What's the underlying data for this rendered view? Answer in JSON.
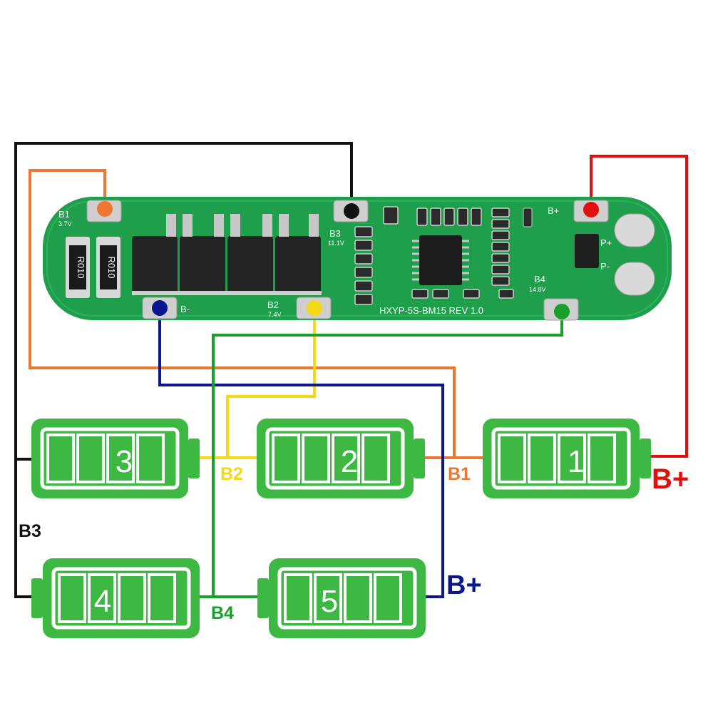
{
  "board": {
    "model": "HXYP-5S-BM15 REV 1.0",
    "pad_b1_label": "B1",
    "pad_b1_voltage": "3.7V",
    "pad_bminus_label": "B-",
    "pad_b2_label": "B2",
    "pad_b2_voltage": "7.4V",
    "pad_b3_label": "B3",
    "pad_b3_voltage": "11.1V",
    "pad_b4_label": "B4",
    "pad_b4_voltage": "14.8V",
    "pad_bplus_label": "B+",
    "terminal_pplus_label": "P+",
    "terminal_pminus_label": "P-",
    "resistor_1_marking": "R010",
    "resistor_2_marking": "R010"
  },
  "cells": [
    {
      "number": "1"
    },
    {
      "number": "2"
    },
    {
      "number": "3"
    },
    {
      "number": "4"
    },
    {
      "number": "5"
    }
  ],
  "wire_labels": {
    "b1": "B1",
    "b2": "B2",
    "b3": "B3",
    "b4": "B4",
    "bplus_red": "B+",
    "bplus_blue": "B+"
  },
  "colors": {
    "board_green": "#1f9e4c",
    "cell_green": "#3cb843",
    "wire_black": "#111111",
    "wire_orange": "#ed7632",
    "wire_yellow": "#f5d816",
    "wire_navy": "#0a1690",
    "wire_green": "#17a02a",
    "wire_red": "#e20f0f"
  }
}
